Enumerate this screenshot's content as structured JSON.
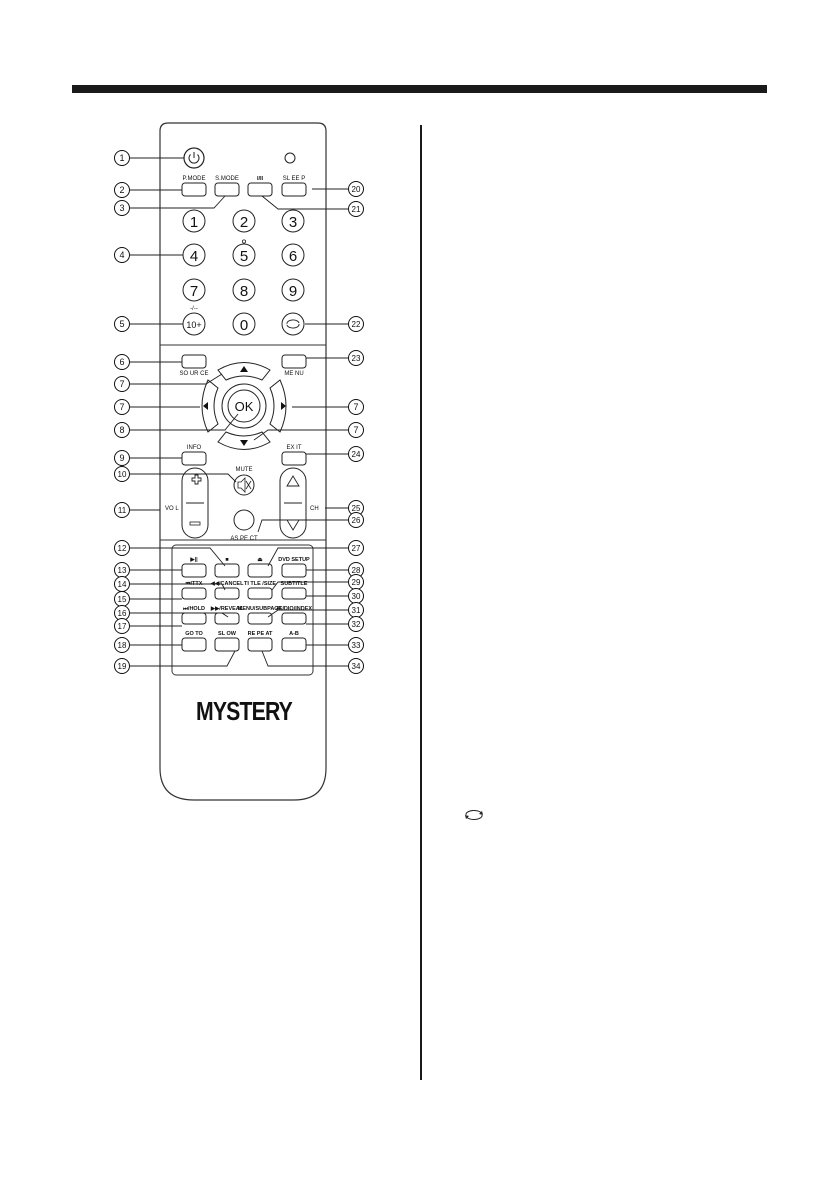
{
  "brand": "MYSTERY",
  "digits": [
    "1",
    "2",
    "3",
    "4",
    "5",
    "6",
    "7",
    "8",
    "9",
    "0",
    "10+"
  ],
  "labels": {
    "pmode": "P.MODE",
    "smode": "S.MODE",
    "dual": "I/II",
    "sleep": "SL EE P",
    "dash": "-/--",
    "source": "SO UR CE",
    "menu": "ME NU",
    "ok": "OK",
    "info": "INFO",
    "exit": "EX IT",
    "mute": "MUTE",
    "vol": "VO L",
    "ch": "CH",
    "aspect": "AS PE CT",
    "play_pause": "▶||",
    "stop": "■",
    "eject": "⏏",
    "dvd_setup": "DVD SETUP",
    "prev_ttx": "⏮/TTX",
    "rew_cancel": "◀◀/CANCEL",
    "title_size": "TI TLE /SIZE",
    "subtitle": "SUBTITLE",
    "next_hold": "⏭/HOLD",
    "ff_reveal": "▶▶/REVEAL",
    "menu_subpage": "MENU/SUBPAGE",
    "audio_index": "AUDIO/INDEX",
    "goto": "GO TO",
    "slow": "SL OW",
    "repeat": "RE PE AT",
    "ab": "A-B"
  },
  "callouts": [
    "1",
    "2",
    "3",
    "4",
    "5",
    "6",
    "7",
    "7",
    "7",
    "7",
    "8",
    "9",
    "10",
    "11",
    "12",
    "13",
    "14",
    "15",
    "16",
    "17",
    "18",
    "19",
    "20",
    "21",
    "22",
    "23",
    "24",
    "25",
    "26",
    "27",
    "28",
    "29",
    "30",
    "31",
    "32",
    "33",
    "34"
  ],
  "icons": {
    "power": "power-icon",
    "mute": "mute-icon",
    "repeat": "repeat-icon"
  }
}
